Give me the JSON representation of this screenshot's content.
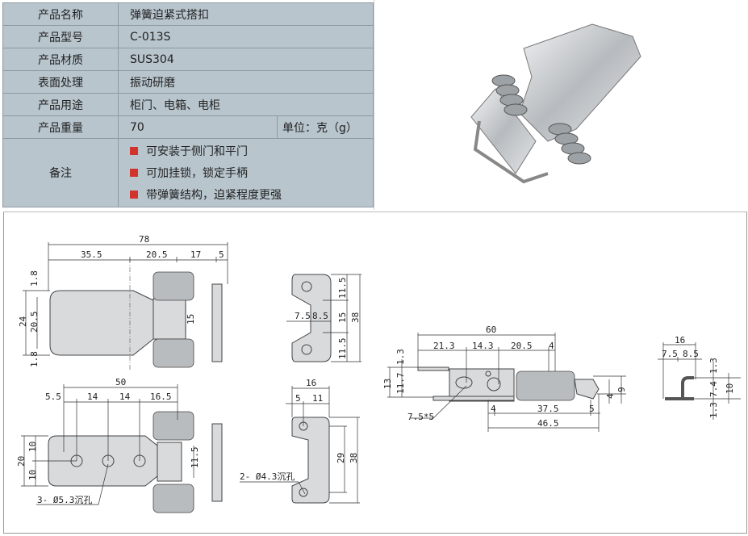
{
  "spec_table": {
    "rows": [
      {
        "label": "产品名称",
        "value": "弹簧迫紧式搭扣"
      },
      {
        "label": "产品型号",
        "value": "C-013S"
      },
      {
        "label": "产品材质",
        "value": "SUS304"
      },
      {
        "label": "表面处理",
        "value": "振动研磨"
      },
      {
        "label": "产品用途",
        "value": "柜门、电箱、电柜"
      },
      {
        "label": "产品重量",
        "value": "70",
        "unit": "单位：克（g）"
      }
    ],
    "notes_label": "备注",
    "notes": [
      "可安装于侧门和平门",
      "可加挂锁，锁定手柄",
      "带弹簧结构，迫紧程度更强"
    ],
    "bullet_color": "#d0342c"
  },
  "drawings": {
    "top_view": {
      "d": [
        "78",
        "35.5",
        "20.5",
        "17",
        "5",
        "24",
        "20.5",
        "1.8",
        "1.8",
        "15"
      ]
    },
    "keeper_front": {
      "d": [
        "11.5",
        "15",
        "11.5",
        "38",
        "7.5",
        "8.5"
      ]
    },
    "bottom_view": {
      "d": [
        "50",
        "5.5",
        "14",
        "14",
        "16.5",
        "20",
        "10",
        "10",
        "11.5"
      ],
      "hole_note": "3- Ø5.3沉孔"
    },
    "keeper_holes": {
      "d": [
        "16",
        "5",
        "11",
        "29",
        "38"
      ],
      "hole_note": "2- Ø4.3沉孔"
    },
    "side_view": {
      "d": [
        "60",
        "21.3",
        "14.3",
        "20.5",
        "4",
        "1.3",
        "13",
        "11.7",
        "9",
        "4",
        "4",
        "37.5",
        "5",
        "46.5"
      ],
      "slot_note": "7.5*5"
    },
    "keeper_side": {
      "d": [
        "16",
        "7.5",
        "8.5",
        "1.3",
        "7.4",
        "1.3",
        "10"
      ]
    }
  }
}
